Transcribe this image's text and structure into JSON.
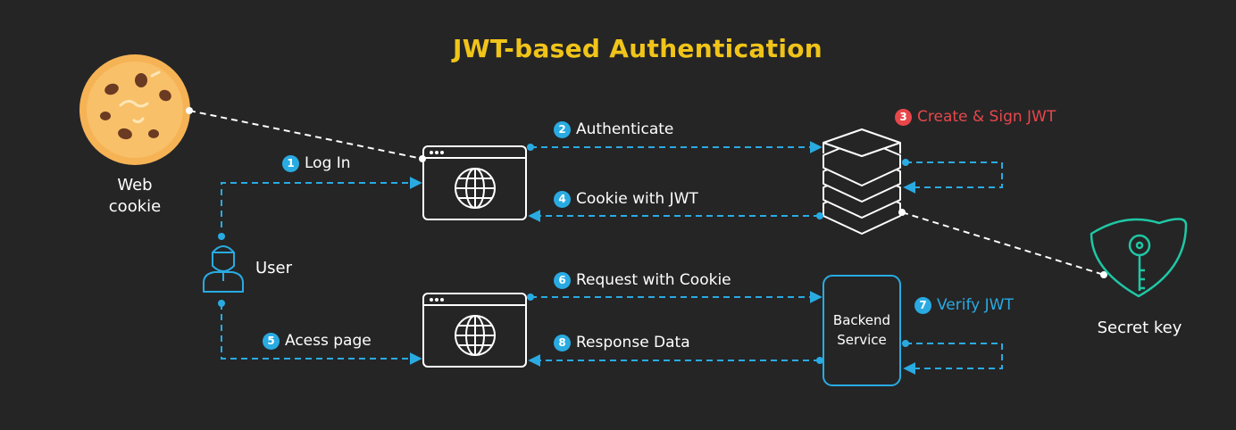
{
  "title": "JWT-based Authentication",
  "nodes": {
    "web_cookie": "Web\ncookie",
    "user": "User",
    "backend": "Backend\nService",
    "secret_key": "Secret key"
  },
  "steps": [
    {
      "num": "1",
      "label": "Log In"
    },
    {
      "num": "2",
      "label": "Authenticate"
    },
    {
      "num": "3",
      "label": "Create & Sign JWT"
    },
    {
      "num": "4",
      "label": "Cookie with JWT"
    },
    {
      "num": "5",
      "label": "Acess page"
    },
    {
      "num": "6",
      "label": "Request with Cookie"
    },
    {
      "num": "7",
      "label": "Verify JWT"
    },
    {
      "num": "8",
      "label": "Response Data"
    }
  ],
  "colors": {
    "accent": "#29abe2",
    "title": "#f0c419",
    "step3": "#e8474a",
    "shield": "#1fc7a4",
    "background": "#252526"
  }
}
